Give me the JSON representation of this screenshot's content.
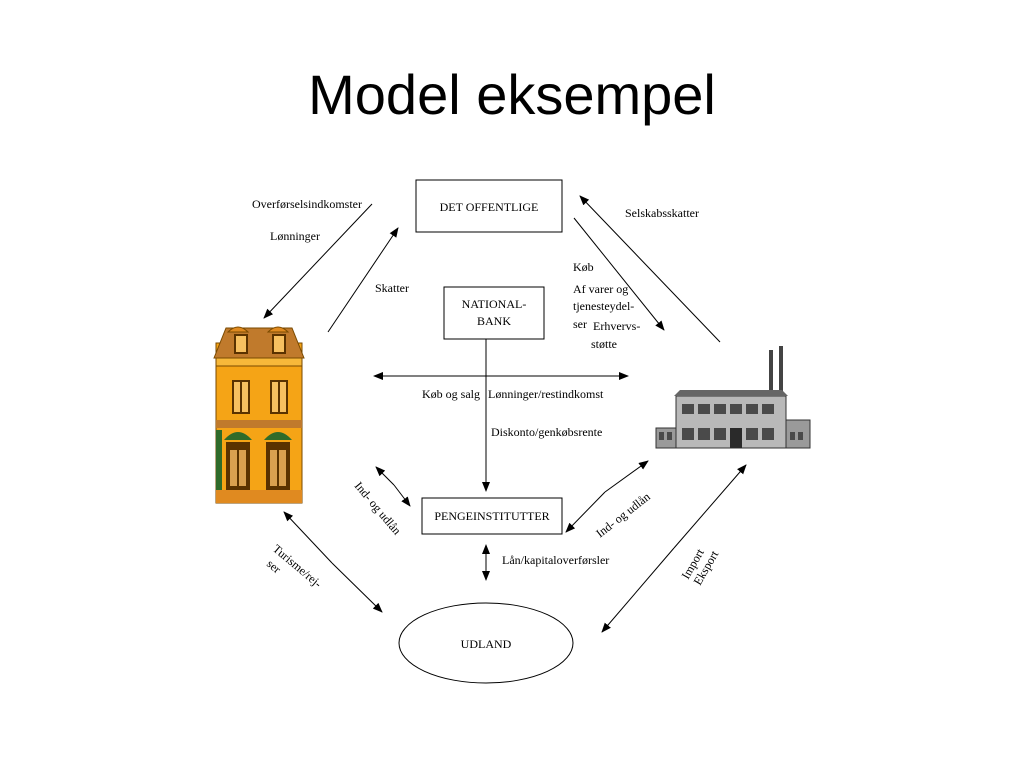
{
  "slide": {
    "title": "Model eksempel"
  },
  "diagram": {
    "nodes": {
      "det_offentlige": "DET OFFENTLIGE",
      "nationalbank_line1": "NATIONAL-",
      "nationalbank_line2": "BANK",
      "pengeinstitutter": "PENGEINSTITUTTER",
      "udland": "UDLAND"
    },
    "labels": {
      "overforselsindkomster": "Overførselsindkomster",
      "lonninger": "Lønninger",
      "skatter": "Skatter",
      "selskabsskatter": "Selskabsskatter",
      "kob": "Køb",
      "af_varer_og": "Af varer og",
      "tjenesteydel": "tjenesteydel-",
      "ser": "ser",
      "erhvervs": "Erhvervs-",
      "stotte": "støtte",
      "kob_og_salg": "Køb og salg",
      "lonninger_restindkomst": "Lønninger/restindkomst",
      "diskonto": "Diskonto/genkøbsrente",
      "ind_og_udlan_left": "Ind- og udlån",
      "ind_og_udlan_right": "Ind- og udlån",
      "lan_kapital": "Lån/kapitaloverførsler",
      "turisme": "Turisme/rej-",
      "turisme_ser": "ser",
      "import": "Import",
      "eksport": "Eksport"
    },
    "icons": {
      "household": "house-icon",
      "firm": "factory-icon"
    }
  }
}
